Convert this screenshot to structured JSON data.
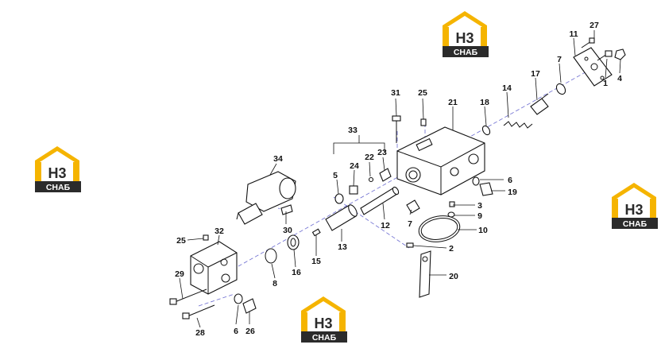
{
  "diagram": {
    "callouts": [
      "1",
      "2",
      "3",
      "4",
      "5",
      "6",
      "6",
      "7",
      "7",
      "8",
      "9",
      "10",
      "11",
      "12",
      "13",
      "14",
      "15",
      "16",
      "17",
      "18",
      "19",
      "20",
      "21",
      "22",
      "23",
      "24",
      "25",
      "25",
      "26",
      "27",
      "28",
      "29",
      "30",
      "31",
      "32",
      "33",
      "34"
    ]
  },
  "watermark": {
    "logo_text_main": "H3",
    "logo_text_sub": "CHAБ",
    "colors": {
      "yellow": "#f5b400",
      "dark": "#2b2b2b",
      "white": "#ffffff"
    }
  }
}
